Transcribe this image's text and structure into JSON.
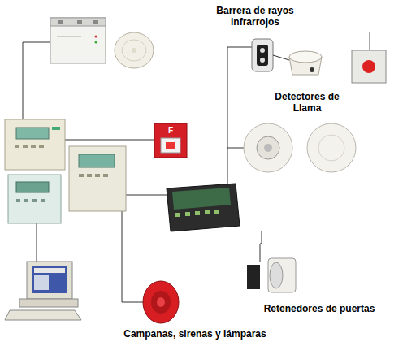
{
  "diagram": {
    "labels": [
      "Barrera de rayos infrarrojos",
      "Detectores de Llama",
      "F",
      "Retenedores de puertas",
      "Campanas, sirenas y lámparas"
    ]
  }
}
